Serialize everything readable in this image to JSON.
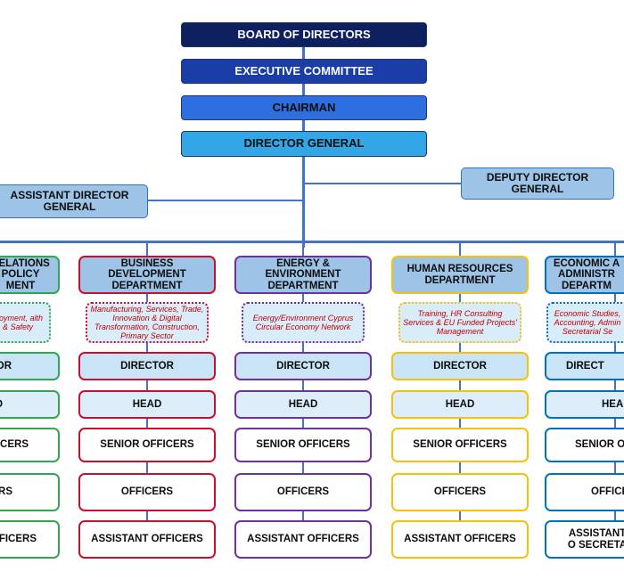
{
  "top": {
    "board": "BOARD OF DIRECTORS",
    "executive": "EXECUTIVE COMMITTEE",
    "chairman": "CHAIRMAN",
    "director_general": "DIRECTOR GENERAL"
  },
  "deputy": "DEPUTY DIRECTOR GENERAL",
  "assistant": "ASSISTANT DIRECTOR GENERAL",
  "colors": {
    "board": "#0e2060",
    "executive": "#1a3da8",
    "chairman": "#2e6fe0",
    "director_general": "#33a6e6",
    "connector": "#4472c4",
    "description_text": "#c00000"
  },
  "departments": [
    {
      "name": "RELATIONS POLICY MENT",
      "description": "ployment, alth & Safety",
      "color": "#2fa84f",
      "roles": [
        "OR",
        "D",
        "FICERS",
        "RS",
        "OFFICERS"
      ]
    },
    {
      "name": "BUSINESS DEVELOPMENT DEPARTMENT",
      "description": "Manufacturing, Services, Trade, Innovation & Digital Transformation, Construction, Primary Sector",
      "color": "#c8102e",
      "roles": [
        "DIRECTOR",
        "HEAD",
        "SENIOR OFFICERS",
        "OFFICERS",
        "ASSISTANT OFFICERS"
      ]
    },
    {
      "name": "ENERGY & ENVIRONMENT DEPARTMENT",
      "description": "Energy/Environment Cyprus Circular Economy Network",
      "color": "#7030a0",
      "roles": [
        "DIRECTOR",
        "HEAD",
        "SENIOR OFFICERS",
        "OFFICERS",
        "ASSISTANT OFFICERS"
      ]
    },
    {
      "name": "HUMAN RESOURCES DEPARTMENT",
      "description": "Training, HR Consulting Services & EU Funded Projects' Management",
      "color": "#f4c20d",
      "roles": [
        "DIRECTOR",
        "HEAD",
        "SENIOR OFFICERS",
        "OFFICERS",
        "ASSISTANT OFFICERS"
      ]
    },
    {
      "name": "ECONOMIC A ADMINISTR DEPARTM",
      "description": "Economic Studies, Accounting, Admin Secretarial Se",
      "color": "#0070c0",
      "roles": [
        "DIRECT",
        "HEAD",
        "SENIOR OF",
        "OFFICE",
        "ASSISTANT O SECRETA"
      ]
    }
  ]
}
